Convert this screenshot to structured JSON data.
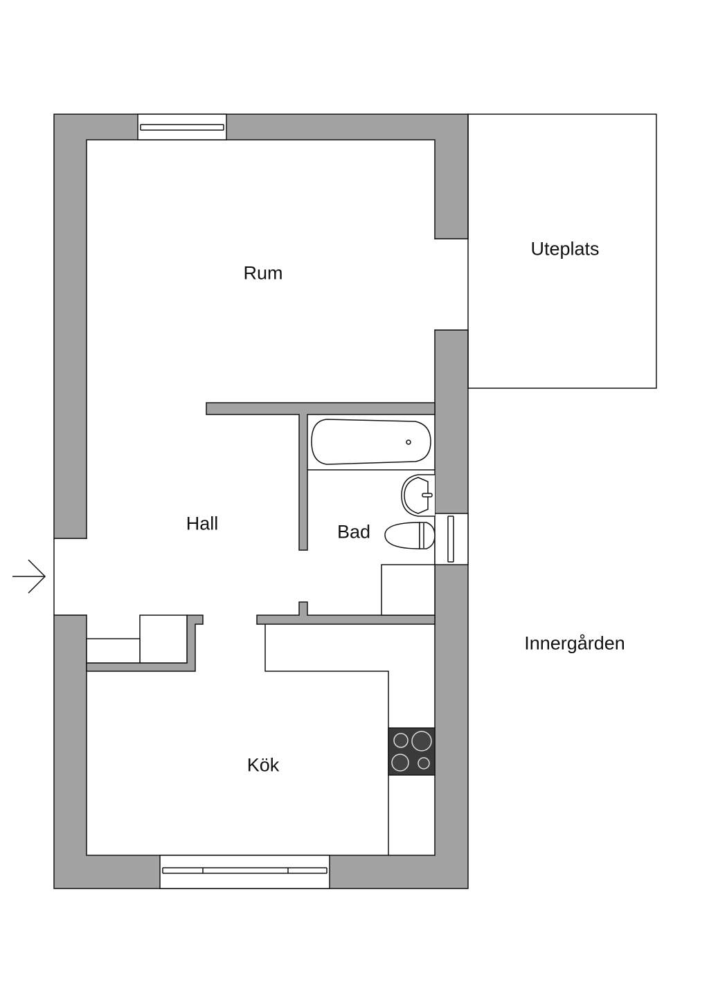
{
  "rooms": {
    "rum": "Rum",
    "uteplats": "Uteplats",
    "hall": "Hall",
    "bad": "Bad",
    "innergarden": "Innergården",
    "kok": "Kök"
  },
  "icons": {
    "entrance": "arrow-right-icon"
  },
  "colors": {
    "wall": "#a3a3a3",
    "stove": "#3a3a3a"
  }
}
